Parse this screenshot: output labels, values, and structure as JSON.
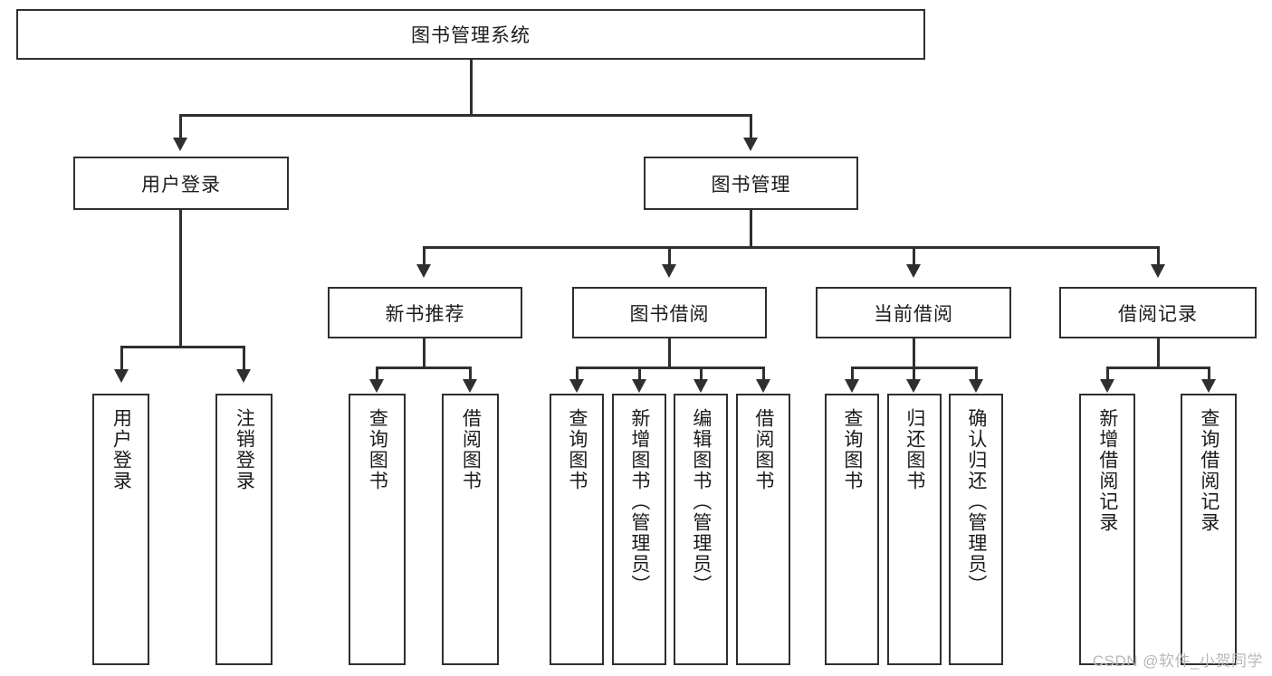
{
  "diagram": {
    "type": "tree-hierarchy",
    "title": "图书管理系统",
    "watermark": "CSDN @软件_小贺同学",
    "root": {
      "id": "root",
      "label": "图书管理系统",
      "orientation": "horizontal"
    },
    "level2": [
      {
        "id": "user-login",
        "label": "用户登录",
        "orientation": "horizontal"
      },
      {
        "id": "book-manage",
        "label": "图书管理",
        "orientation": "horizontal"
      }
    ],
    "level3": [
      {
        "id": "new-book-rec",
        "label": "新书推荐",
        "orientation": "horizontal",
        "parent": "book-manage"
      },
      {
        "id": "book-borrow",
        "label": "图书借阅",
        "orientation": "horizontal",
        "parent": "book-manage"
      },
      {
        "id": "current-borrow",
        "label": "当前借阅",
        "orientation": "horizontal",
        "parent": "book-manage"
      },
      {
        "id": "borrow-record",
        "label": "借阅记录",
        "orientation": "horizontal",
        "parent": "book-manage"
      }
    ],
    "leaves": [
      {
        "id": "leaf-user-login",
        "label": "用户登录",
        "parent": "user-login"
      },
      {
        "id": "leaf-user-logout",
        "label": "注销登录",
        "parent": "user-login"
      },
      {
        "id": "leaf-query-book-1",
        "label": "查询图书",
        "parent": "new-book-rec"
      },
      {
        "id": "leaf-borrow-book-1",
        "label": "借阅图书",
        "parent": "new-book-rec"
      },
      {
        "id": "leaf-query-book-2",
        "label": "查询图书",
        "parent": "book-borrow"
      },
      {
        "id": "leaf-add-book",
        "label": "新增图书（管理员）",
        "parent": "book-borrow"
      },
      {
        "id": "leaf-edit-book",
        "label": "编辑图书（管理员）",
        "parent": "book-borrow"
      },
      {
        "id": "leaf-borrow-book-2",
        "label": "借阅图书",
        "parent": "book-borrow"
      },
      {
        "id": "leaf-query-book-3",
        "label": "查询图书",
        "parent": "current-borrow"
      },
      {
        "id": "leaf-return-book",
        "label": "归还图书",
        "parent": "current-borrow"
      },
      {
        "id": "leaf-confirm-return",
        "label": "确认归还（管理员）",
        "parent": "current-borrow"
      },
      {
        "id": "leaf-add-record",
        "label": "新增借阅记录",
        "parent": "borrow-record"
      },
      {
        "id": "leaf-query-record",
        "label": "查询借阅记录",
        "parent": "borrow-record"
      }
    ],
    "colors": {
      "stroke": "#2f2f2f",
      "fill": "#ffffff",
      "text": "#1b1b1b",
      "watermark": "#b8b8b8"
    }
  }
}
